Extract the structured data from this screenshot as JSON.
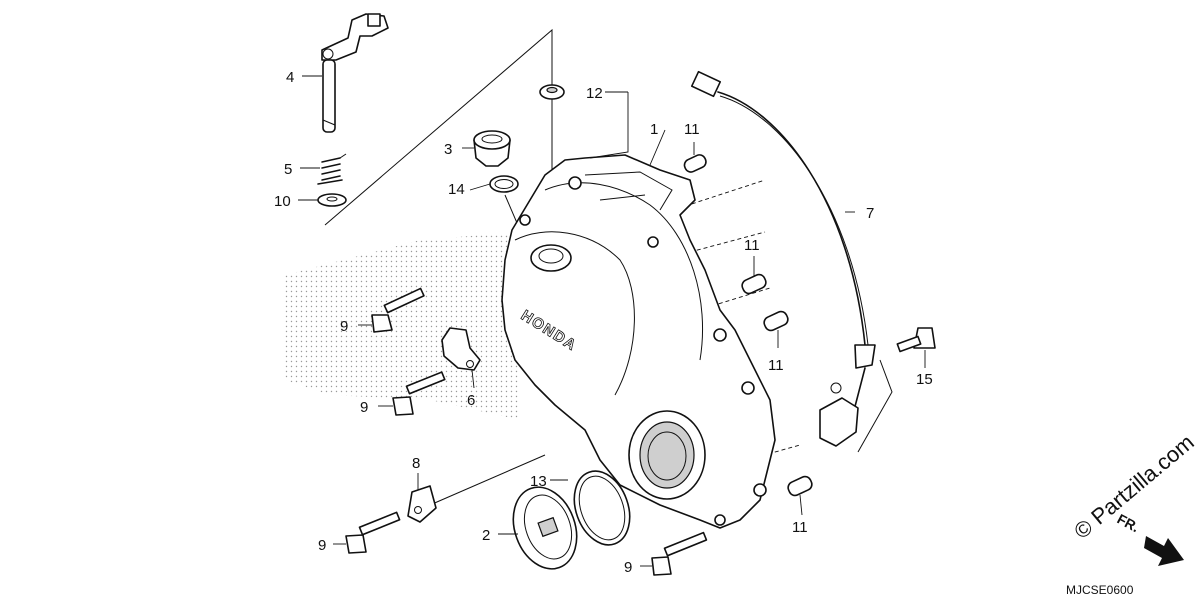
{
  "colors": {
    "line": "#111111",
    "background": "#ffffff",
    "shade": "#cfcfcf"
  },
  "cover_brand": "HONDA",
  "callouts": [
    {
      "id": "c1",
      "text": "1"
    },
    {
      "id": "c2",
      "text": "2"
    },
    {
      "id": "c3",
      "text": "3"
    },
    {
      "id": "c4",
      "text": "4"
    },
    {
      "id": "c5",
      "text": "5"
    },
    {
      "id": "c6",
      "text": "6"
    },
    {
      "id": "c7",
      "text": "7"
    },
    {
      "id": "c8",
      "text": "8"
    },
    {
      "id": "c9a",
      "text": "9"
    },
    {
      "id": "c9b",
      "text": "9"
    },
    {
      "id": "c9c",
      "text": "9"
    },
    {
      "id": "c9d",
      "text": "9"
    },
    {
      "id": "c10",
      "text": "10"
    },
    {
      "id": "c11a",
      "text": "11"
    },
    {
      "id": "c11b",
      "text": "11"
    },
    {
      "id": "c11c",
      "text": "11"
    },
    {
      "id": "c11d",
      "text": "11"
    },
    {
      "id": "c12",
      "text": "12"
    },
    {
      "id": "c13",
      "text": "13"
    },
    {
      "id": "c14",
      "text": "14"
    },
    {
      "id": "c15",
      "text": "15"
    }
  ],
  "watermark": "© Partzilla.com",
  "direction_label": "FR.",
  "diagram_code": "MJCSE0600"
}
